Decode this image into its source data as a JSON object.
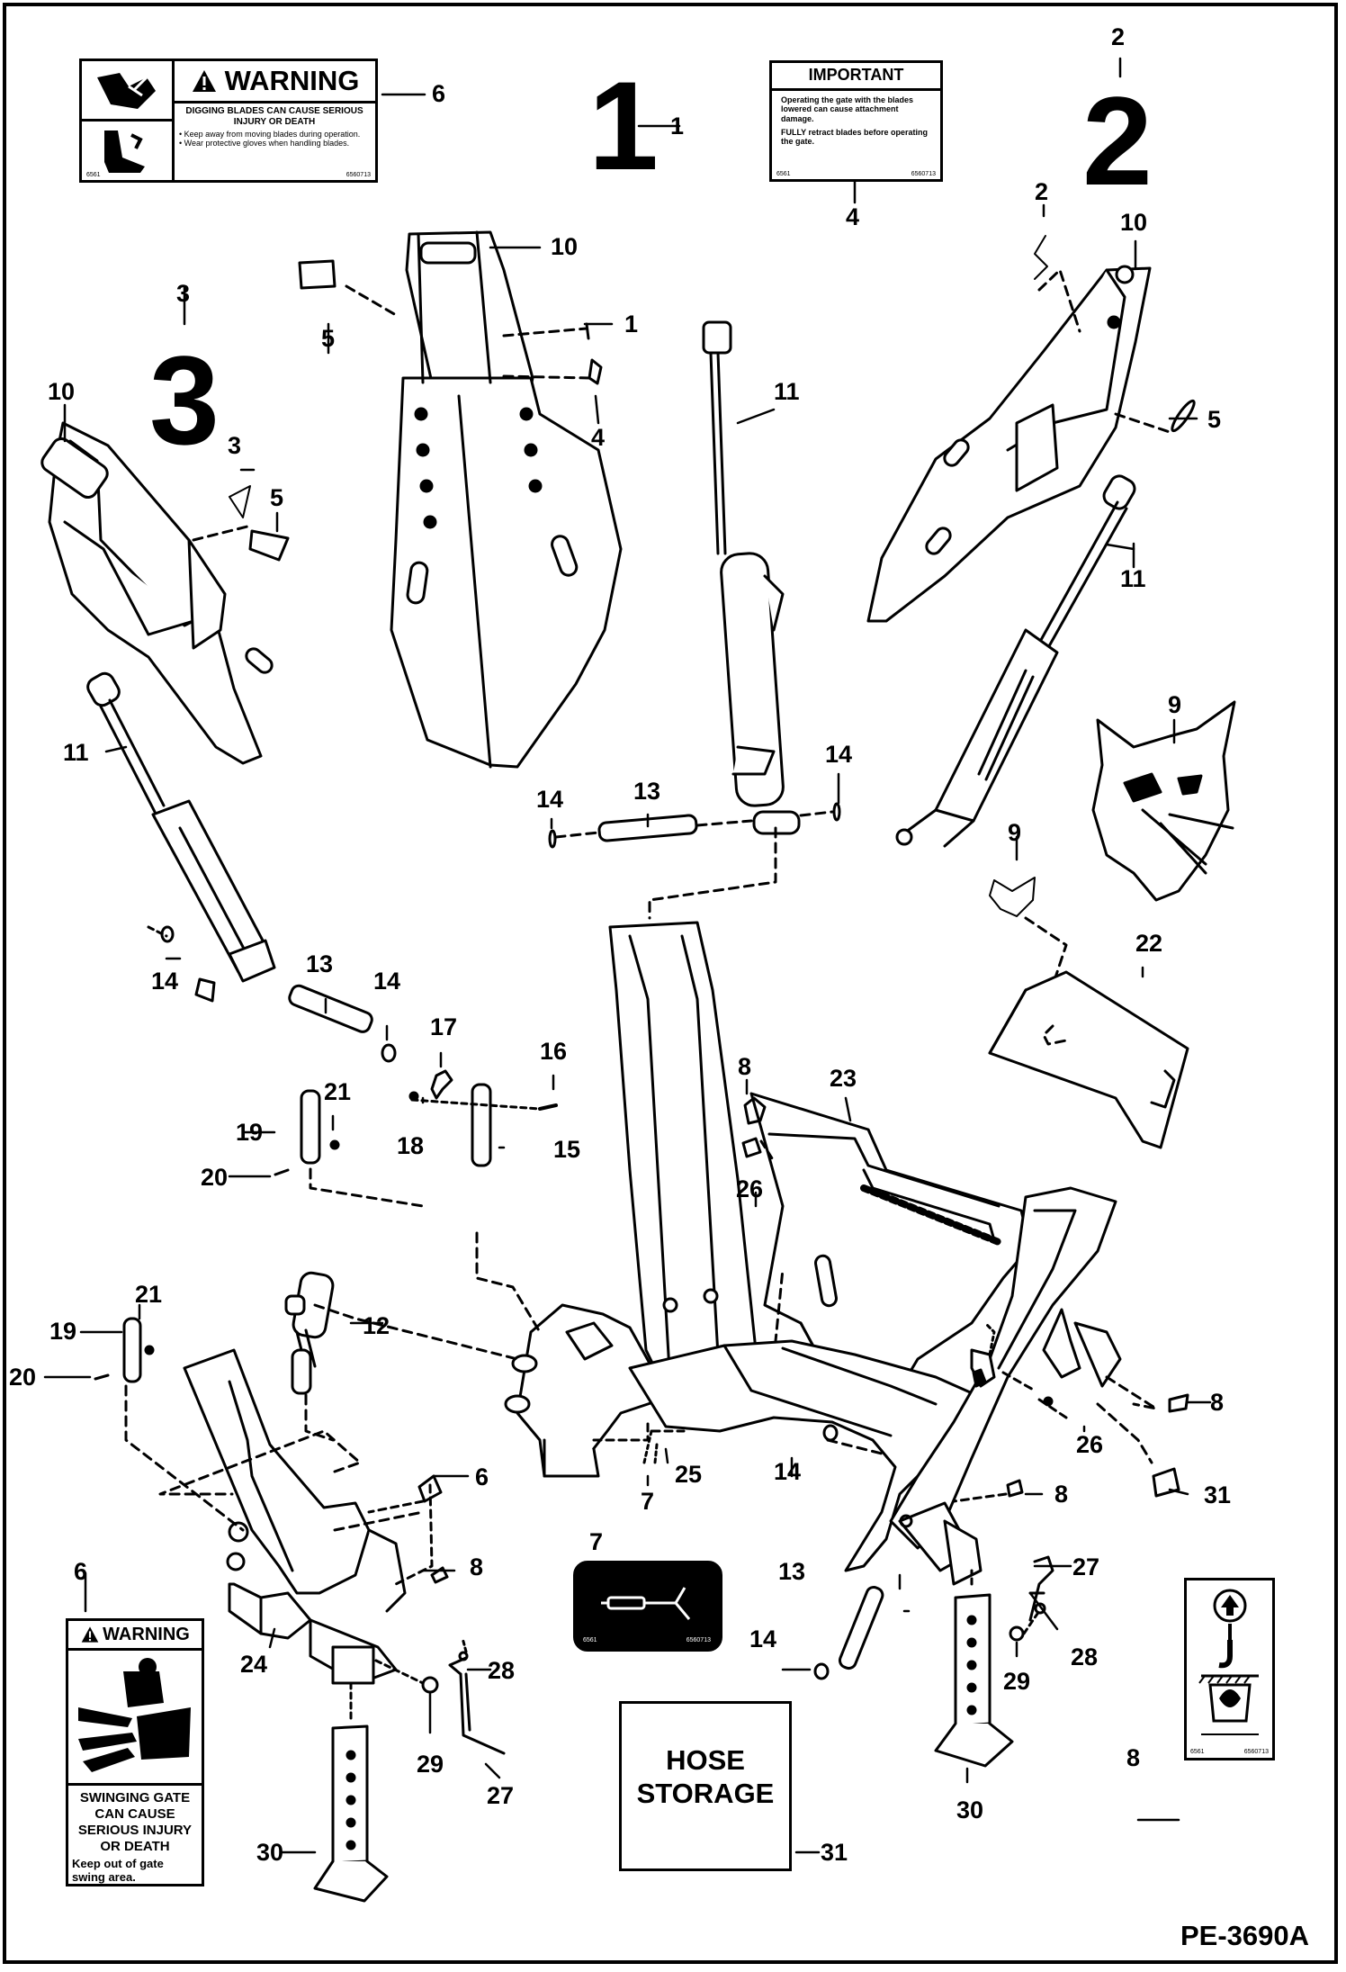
{
  "diagram_id": "PE-3690A",
  "variants": {
    "one": {
      "big": "1",
      "callout": "1"
    },
    "two": {
      "big": "2",
      "callout": "2"
    },
    "three": {
      "big": "3",
      "callout": "3"
    }
  },
  "decals": {
    "warning_blades": {
      "title": "WARNING",
      "headline": "DIGGING BLADES CAN CAUSE SERIOUS INJURY OR DEATH",
      "bullets": [
        "Keep away from moving blades during operation.",
        "Wear protective gloves when handling blades."
      ],
      "code_left": "6561",
      "code_right": "6560713"
    },
    "important": {
      "title": "IMPORTANT",
      "text1": "Operating the gate with the blades lowered can cause attachment damage.",
      "text2": "FULLY retract blades before operating the gate.",
      "code_left": "6561",
      "code_right": "6560713"
    },
    "warning_gate": {
      "title": "WARNING",
      "headline": "SWINGING GATE CAN CAUSE SERIOUS INJURY OR DEATH",
      "text": "Keep out of gate swing area."
    },
    "hydraulic": {
      "code_left": "6561",
      "code_right": "6560713"
    },
    "hose_storage": {
      "line1": "HOSE",
      "line2": "STORAGE"
    },
    "lift": {
      "code_left": "6561",
      "code_right": "6560713"
    }
  },
  "callouts": {
    "c6a": "6",
    "c1a": "1",
    "c4a": "4",
    "c2a": "2",
    "c2b": "2",
    "c10a": "10",
    "c10b": "10",
    "c10c": "10",
    "c5a": "5",
    "c5b": "5",
    "c5c": "5",
    "c1b": "1",
    "c4b": "4",
    "c3a": "3",
    "c3b": "3",
    "c11a": "11",
    "c11b": "11",
    "c11c": "11",
    "c9a": "9",
    "c9b": "9",
    "c14a": "14",
    "c14b": "14",
    "c14c": "14",
    "c14d": "14",
    "c14e": "14",
    "c14f": "14",
    "c13a": "13",
    "c13b": "13",
    "c13c": "13",
    "c22": "22",
    "c17": "17",
    "c16": "16",
    "c18": "18",
    "c15": "15",
    "c21a": "21",
    "c21b": "21",
    "c19a": "19",
    "c19b": "19",
    "c20a": "20",
    "c20b": "20",
    "c8a": "8",
    "c8b": "8",
    "c8c": "8",
    "c8d": "8",
    "c8e": "8",
    "c23": "23",
    "c26a": "26",
    "c26b": "26",
    "c12": "12",
    "c25": "25",
    "c7a": "7",
    "c7b": "7",
    "c6b": "6",
    "c6c": "6",
    "c31a": "31",
    "c31b": "31",
    "c27a": "27",
    "c27b": "27",
    "c28a": "28",
    "c28b": "28",
    "c29a": "29",
    "c29b": "29",
    "c24": "24",
    "c30a": "30",
    "c30b": "30"
  }
}
